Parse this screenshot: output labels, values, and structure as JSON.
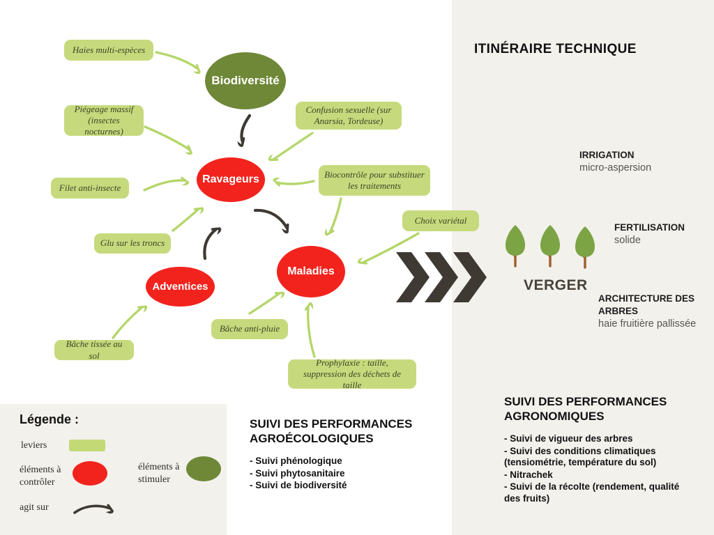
{
  "title": "ITINÉRAIRE TECHNIQUE",
  "diagram": {
    "nodes": {
      "biodiversite": "Biodiversité",
      "ravageurs": "Ravageurs",
      "maladies": "Maladies",
      "adventices": "Adventices"
    },
    "levers": [
      {
        "label": "Haies multi-espèces"
      },
      {
        "label": "Piégeage massif (insectes nocturnes)"
      },
      {
        "label": "Confusion sexuelle (sur Anarsia, Tordeuse)"
      },
      {
        "label": "Filet anti-insecte"
      },
      {
        "label": "Biocontrôle pour substituer les traitements"
      },
      {
        "label": "Glu sur les troncs"
      },
      {
        "label": "Choix variétal"
      },
      {
        "label": "Bâche tissée au sol"
      },
      {
        "label": "Bâche anti-pluie"
      },
      {
        "label": "Prophylaxie : taille, suppression des déchets de taille"
      }
    ]
  },
  "verger": {
    "label": "VERGER",
    "irrigation": {
      "title": "IRRIGATION",
      "value": "micro-aspersion"
    },
    "fertilisation": {
      "title": "FERTILISATION",
      "value": "solide"
    },
    "architecture": {
      "title": "ARCHITECTURE DES ARBRES",
      "value": "haie fruitière pallissée"
    }
  },
  "suivi_agroecologique": {
    "title": "SUIVI DES PERFORMANCES AGROÉCOLOGIQUES",
    "items": [
      "- Suivi phénologique",
      "- Suivi phytosanitaire",
      "- Suivi de biodiversité"
    ]
  },
  "suivi_agronomique": {
    "title": "SUIVI DES PERFORMANCES AGRONOMIQUES",
    "items": [
      "- Suivi de vigueur des arbres",
      "- Suivi des conditions climatiques (tensiométrie, température du sol)",
      "- Nitrachek",
      "- Suivi de la récolte  (rendement, qualité des fruits)"
    ]
  },
  "legend": {
    "title": "Légende :",
    "leviers": "leviers",
    "controler": "éléments à contrôler",
    "stimuler": "éléments à stimuler",
    "agit": "agit sur"
  },
  "colors": {
    "lever_green": "#c6da7d",
    "arrow_green": "#b4d66a",
    "node_red": "#f2231d",
    "node_olive": "#6f8838",
    "dark": "#3e3933",
    "panel_beige": "#f2f1ec",
    "tree_canopy": "#7ca445",
    "tree_trunk": "#9c5e2a"
  }
}
